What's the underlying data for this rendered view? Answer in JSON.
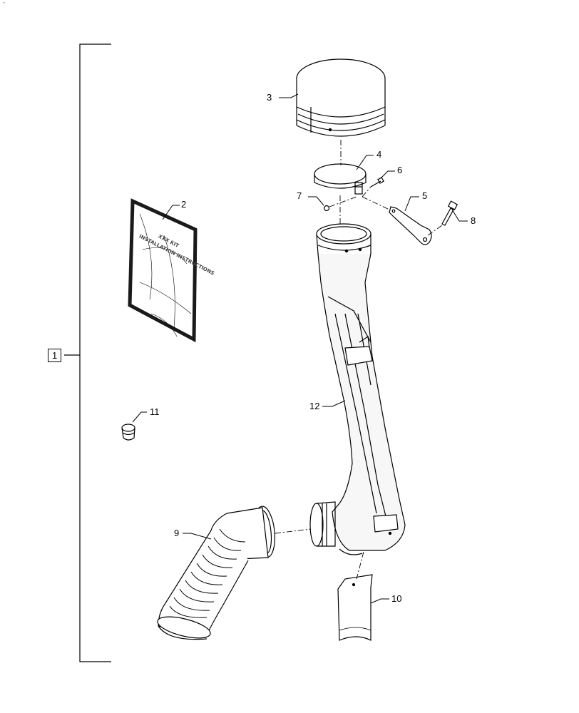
{
  "corner_mark": "+",
  "callouts": {
    "c1": "1",
    "c2": "2",
    "c3": "3",
    "c4": "4",
    "c5": "5",
    "c6": "6",
    "c7": "7",
    "c8": "8",
    "c9": "9",
    "c10": "10",
    "c11": "11",
    "c12": "12"
  },
  "booklet": {
    "line1": "XXX KIT",
    "line2": "INSTALLATION INSTRUCTIONS"
  },
  "colors": {
    "line": "#000000",
    "booklet_border": "#1a1a1a",
    "shade": "#f2f2f2"
  }
}
